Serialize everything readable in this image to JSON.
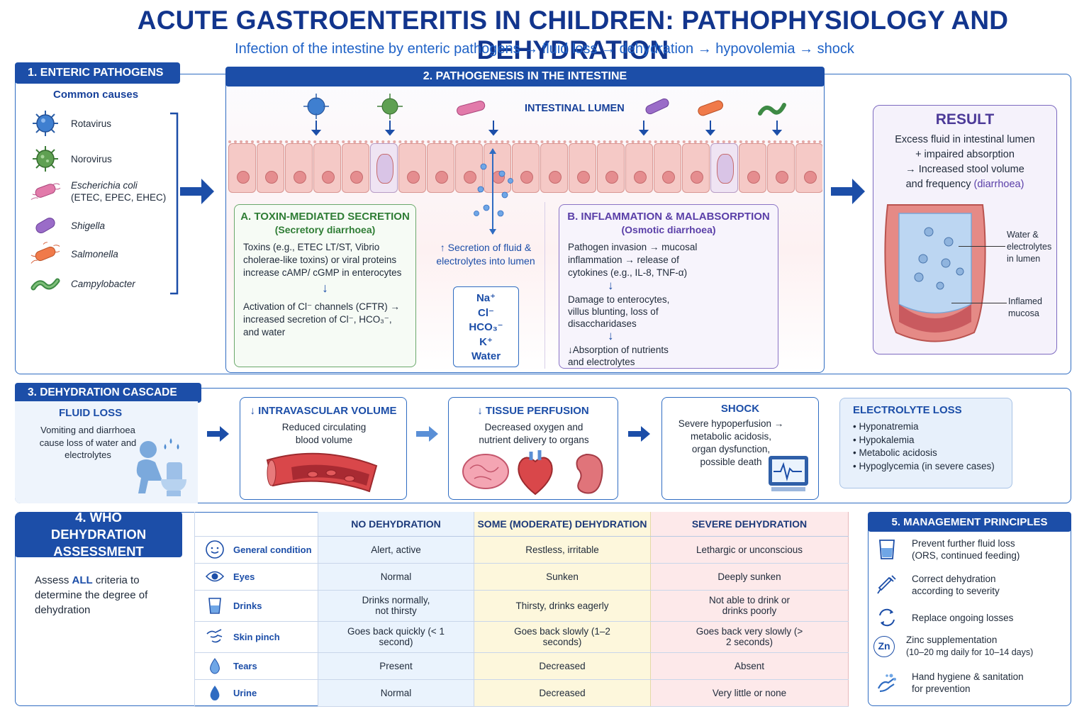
{
  "header": {
    "title": "ACUTE GASTROENTERITIS IN CHILDREN: PATHOPHYSIOLOGY AND DEHYDRATION",
    "subtitle": "Infection of the intestine by enteric pathogens → fluid loss → dehydration → hypovolemia → shock"
  },
  "section1": {
    "tab": "1. ENTERIC PATHOGENS",
    "heading": "Common causes",
    "pathogens": [
      {
        "name": "Rotavirus",
        "icon": "rotavirus-icon"
      },
      {
        "name": "Norovirus",
        "icon": "norovirus-icon"
      },
      {
        "name": "Escherichia coli",
        "sub": "(ETEC, EPEC, EHEC)",
        "icon": "ecoli-icon"
      },
      {
        "name": "Shigella",
        "icon": "shigella-icon"
      },
      {
        "name": "Salmonella",
        "icon": "salmonella-icon"
      },
      {
        "name": "Campylobacter",
        "icon": "campylobacter-icon"
      }
    ]
  },
  "section2": {
    "tab": "2. PATHOGENESIS IN THE INTESTINE",
    "lumen_label": "INTESTINAL LUMEN",
    "secretion_label": "↑ Secretion of fluid & electrolytes into lumen",
    "ions": [
      "Na⁺",
      "Cl⁻",
      "HCO₃⁻",
      "K⁺",
      "Water"
    ],
    "boxA": {
      "title": "A. TOXIN-MEDIATED SECRETION",
      "subtitle": "(Secretory diarrhoea)",
      "text1": "Toxins (e.g., ETEC LT/ST, Vibrio cholerae-like toxins) or viral proteins increase cAMP/ cGMP in enterocytes",
      "text2": "Activation of Cl⁻ channels (CFTR) → increased secretion of Cl⁻, HCO₃⁻, and water"
    },
    "boxB": {
      "title": "B. INFLAMMATION & MALABSORPTION",
      "subtitle": "(Osmotic diarrhoea)",
      "text1": "Pathogen invasion → mucosal inflammation → release of cytokines (e.g., IL-8, TNF-α)",
      "text2": "Damage to enterocytes, villus blunting, loss of disaccharidases",
      "text3": "↓Absorption of nutrients and electrolytes"
    }
  },
  "result": {
    "title": "RESULT",
    "line1": "Excess fluid in intestinal lumen",
    "line2": "+ impaired absorption",
    "line3": "→ Increased stool volume",
    "line4": "and frequency",
    "line4_accent": "(diarrhoea)",
    "label_water": "Water & electrolytes in lumen",
    "label_mucosa": "Inflamed mucosa"
  },
  "section3": {
    "tab": "3. DEHYDRATION CASCADE",
    "fluid_loss": {
      "title": "FLUID LOSS",
      "text": "Vomiting and diarrhoea cause loss of water and electrolytes"
    },
    "intravascular": {
      "title": "↓ INTRAVASCULAR VOLUME",
      "text": "Reduced circulating blood volume"
    },
    "perfusion": {
      "title": "↓ TISSUE PERFUSION",
      "text": "Decreased oxygen and nutrient delivery to organs"
    },
    "shock": {
      "title": "SHOCK",
      "text": "Severe hypoperfusion → metabolic acidosis, organ dysfunction, possible death"
    },
    "electrolyte": {
      "title": "ELECTROLYTE LOSS",
      "items": [
        "Hyponatremia",
        "Hypokalemia",
        "Metabolic acidosis",
        "Hypoglycemia (in severe cases)"
      ]
    }
  },
  "section4": {
    "tab": "4. WHO DEHYDRATION ASSESSMENT",
    "intro_pre": "Assess ",
    "intro_bold": "ALL",
    "intro_post": " criteria to determine the degree of dehydration",
    "columns": [
      "NO DEHYDRATION",
      "SOME (MODERATE) DEHYDRATION",
      "SEVERE DEHYDRATION"
    ],
    "rows": [
      {
        "label": "General condition",
        "icon": "face-icon",
        "cells": [
          "Alert, active",
          "Restless, irritable",
          "Lethargic or unconscious"
        ]
      },
      {
        "label": "Eyes",
        "icon": "eye-icon",
        "cells": [
          "Normal",
          "Sunken",
          "Deeply sunken"
        ]
      },
      {
        "label": "Drinks",
        "icon": "cup-icon",
        "cells": [
          "Drinks normally, not thirsty",
          "Thirsty, drinks eagerly",
          "Not able to drink or drinks poorly"
        ]
      },
      {
        "label": "Skin pinch",
        "icon": "hand-pinch-icon",
        "cells": [
          "Goes back quickly (< 1 second)",
          "Goes back slowly (1–2 seconds)",
          "Goes back very slowly (> 2 seconds)"
        ]
      },
      {
        "label": "Tears",
        "icon": "tear-drop-icon",
        "cells": [
          "Present",
          "Decreased",
          "Absent"
        ]
      },
      {
        "label": "Urine",
        "icon": "urine-drop-icon",
        "cells": [
          "Normal",
          "Decreased",
          "Very little or none"
        ]
      }
    ]
  },
  "section5": {
    "tab": "5. MANAGEMENT PRINCIPLES",
    "items": [
      {
        "text": "Prevent further fluid loss",
        "sub": "(ORS, continued feeding)",
        "icon": "glass-icon"
      },
      {
        "text": "Correct dehydration",
        "sub": "according to severity",
        "icon": "syringe-icon"
      },
      {
        "text": "Replace ongoing losses",
        "sub": "",
        "icon": "cycle-icon"
      },
      {
        "text": "Zinc supplementation",
        "sub": "(10–20 mg daily for 10–14 days)",
        "icon": "zinc-icon",
        "icon_text": "Zn"
      },
      {
        "text": "Hand hygiene & sanitation",
        "sub": "for prevention",
        "icon": "handwash-icon"
      }
    ]
  },
  "colors": {
    "navy": "#1c4ea8",
    "green": "#3f8a3f",
    "purple": "#5a3fa8",
    "no_dehyd": "#eaf3fd",
    "some_dehyd": "#fdf7dc",
    "severe_dehyd": "#fde9ea"
  }
}
